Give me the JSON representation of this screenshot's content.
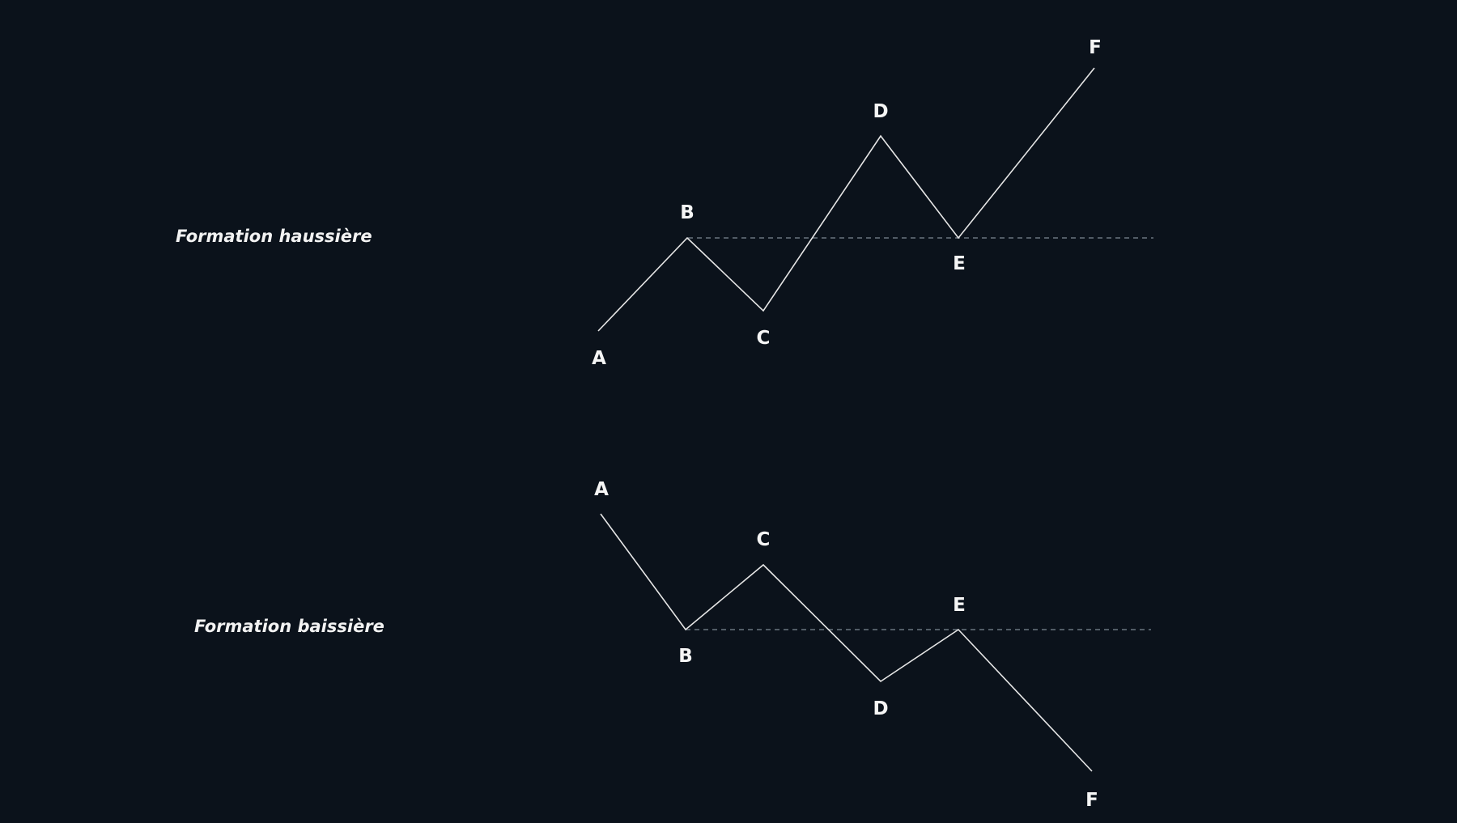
{
  "titles": {
    "bullish": "Formation haussière",
    "bearish": "Formation baissière"
  },
  "formations": [
    {
      "id": "bullish",
      "points": [
        "A",
        "B",
        "C",
        "D",
        "E",
        "F"
      ]
    },
    {
      "id": "bearish",
      "points": [
        "A",
        "B",
        "C",
        "D",
        "E",
        "F"
      ]
    }
  ],
  "colors": {
    "background": "#0b121b",
    "line": "#e6e6e6",
    "dashed_level": "#6b7480",
    "text": "#f5f5f5"
  }
}
